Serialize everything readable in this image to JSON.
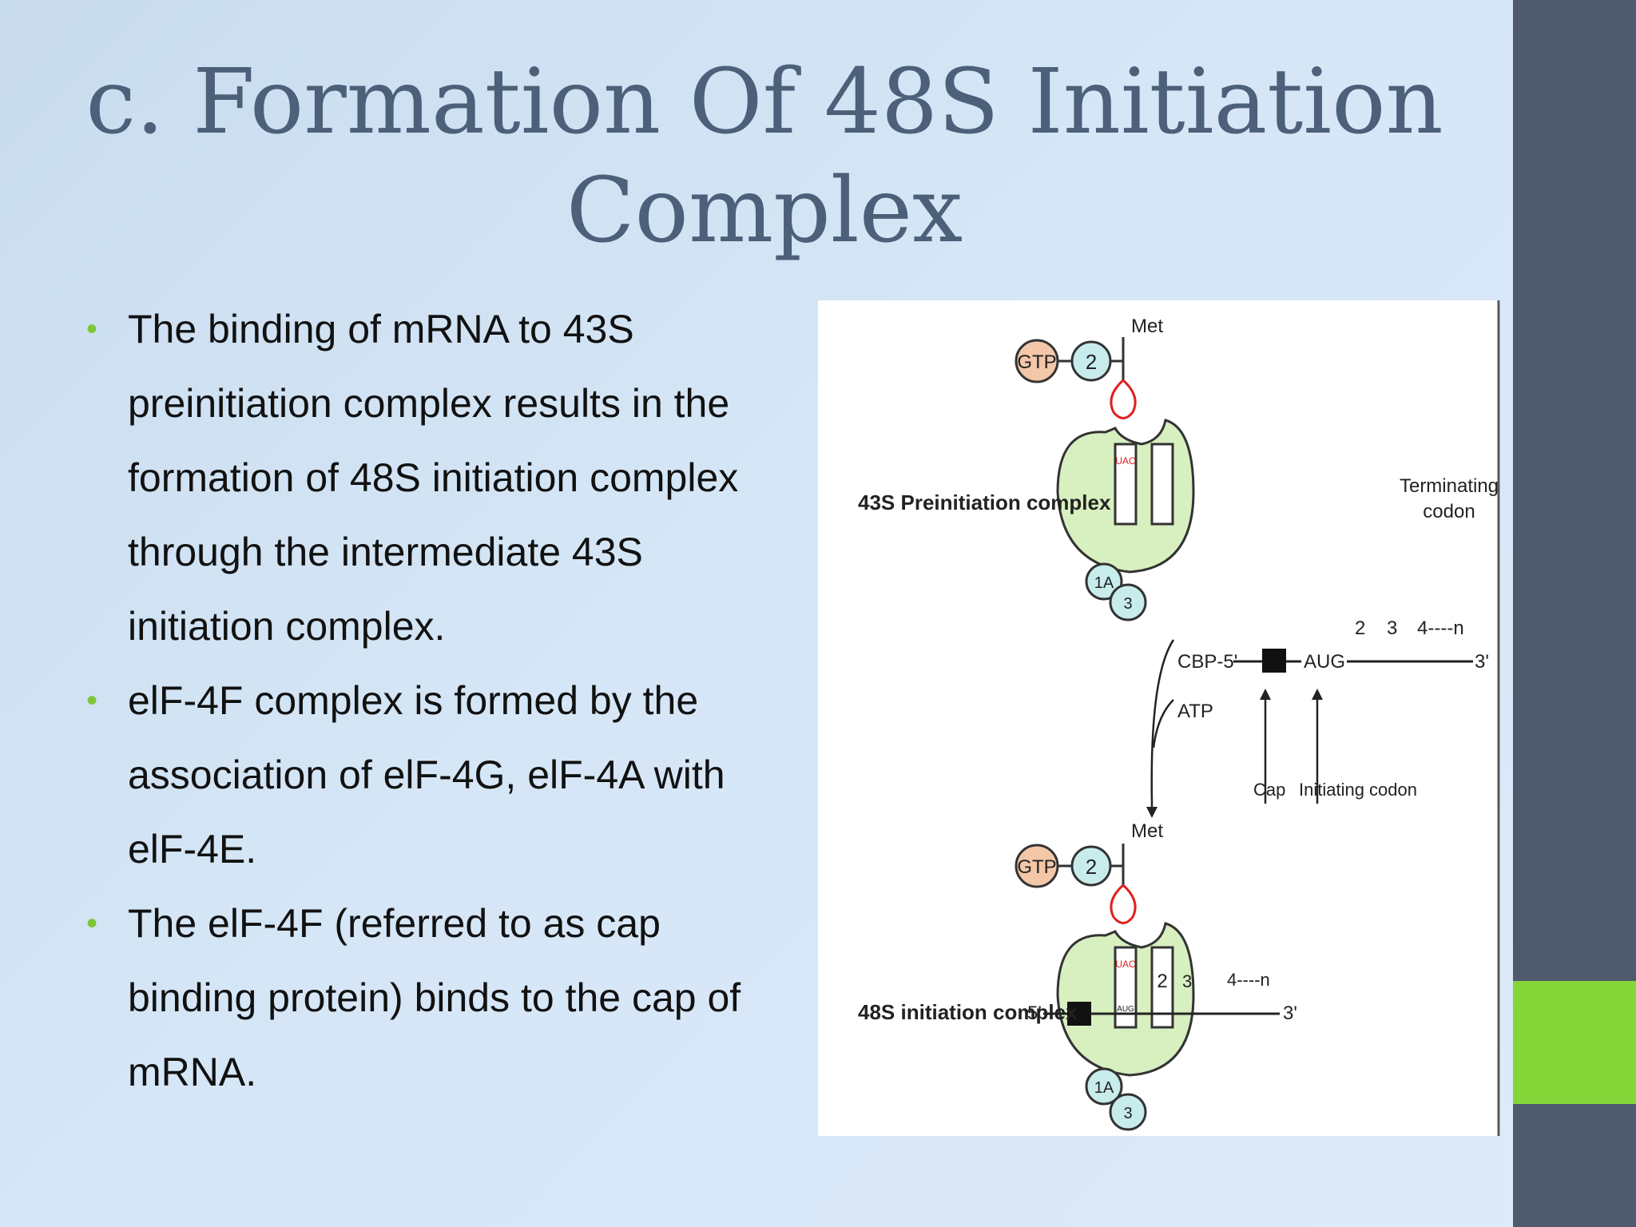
{
  "title": {
    "line1": "c. Formation Of 48S Initiation",
    "line2": "Complex"
  },
  "bullets": [
    "The binding of mRNA to 43S preinitiation complex results in the formation of 48S initiation complex through the intermediate 43S initiation complex.",
    "elF-4F complex is formed by the association of elF-4G, elF-4A with elF-4E.",
    "The elF-4F (referred to as cap binding protein) binds to the cap of mRNA."
  ],
  "bullet_symbol": "•",
  "figure": {
    "gtp": "GTP",
    "factor2": "2",
    "met": "Met",
    "anticodon": "UAC",
    "factor1a": "1A",
    "factor3": "3",
    "label_43s": "43S Preinitiation complex",
    "terminating_line1": "Terminating",
    "terminating_line2": "codon",
    "cbp": "CBP-5'",
    "atp": "ATP",
    "aug": "AUG",
    "three_prime": "3'",
    "five_prime": "5'",
    "codon2": "2",
    "codon3": "3",
    "codon4n": "4----n",
    "cap": "Cap",
    "initiating_codon": "Initiating codon",
    "label_48s": "48S initiation complex"
  },
  "colors": {
    "accent_green": "#86d63a",
    "sidebar": "#4f5a6e",
    "title": "#4d6079",
    "gtp_fill": "#f3c7a8",
    "factor_fill": "#c8ecec",
    "ribosome_fill": "#d8f0c0",
    "trna_red": "#e02020"
  }
}
